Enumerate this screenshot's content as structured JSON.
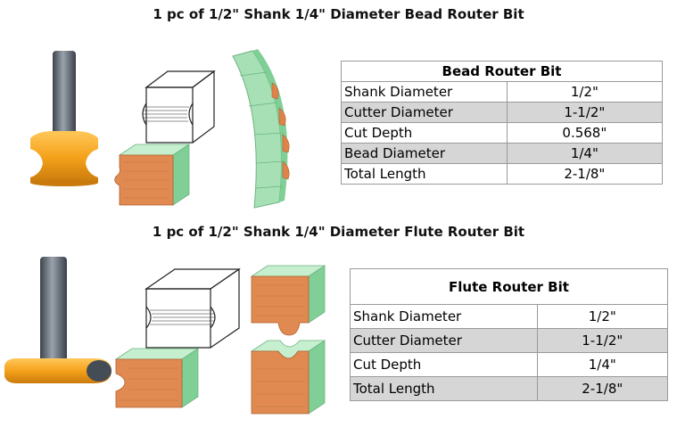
{
  "bead": {
    "heading": "1 pc of 1/2\" Shank 1/4\" Diameter Bead Router Bit",
    "table_title": "Bead Router Bit",
    "rows": [
      {
        "label": "Shank Diameter",
        "value": "1/2\""
      },
      {
        "label": "Cutter Diameter",
        "value": "1-1/2\""
      },
      {
        "label": "Cut Depth",
        "value": "0.568\""
      },
      {
        "label": "Bead Diameter",
        "value": "1/4\""
      },
      {
        "label": "Total Length",
        "value": "2-1/8\""
      }
    ]
  },
  "flute": {
    "heading": "1 pc of 1/2\" Shank 1/4\" Diameter Flute Router Bit",
    "table_title": "Flute Router Bit",
    "rows": [
      {
        "label": "Shank Diameter",
        "value": "1/2\""
      },
      {
        "label": "Cutter Diameter",
        "value": "1-1/2\""
      },
      {
        "label": "Cut Depth",
        "value": "1/4\""
      },
      {
        "label": "Total Length",
        "value": "2-1/8\""
      }
    ]
  },
  "colors": {
    "cutter_orange": "#f5a21b",
    "shank_gray": "#5e6670",
    "profile_green": "#9fdcae",
    "wood_tan": "#e0824a"
  }
}
